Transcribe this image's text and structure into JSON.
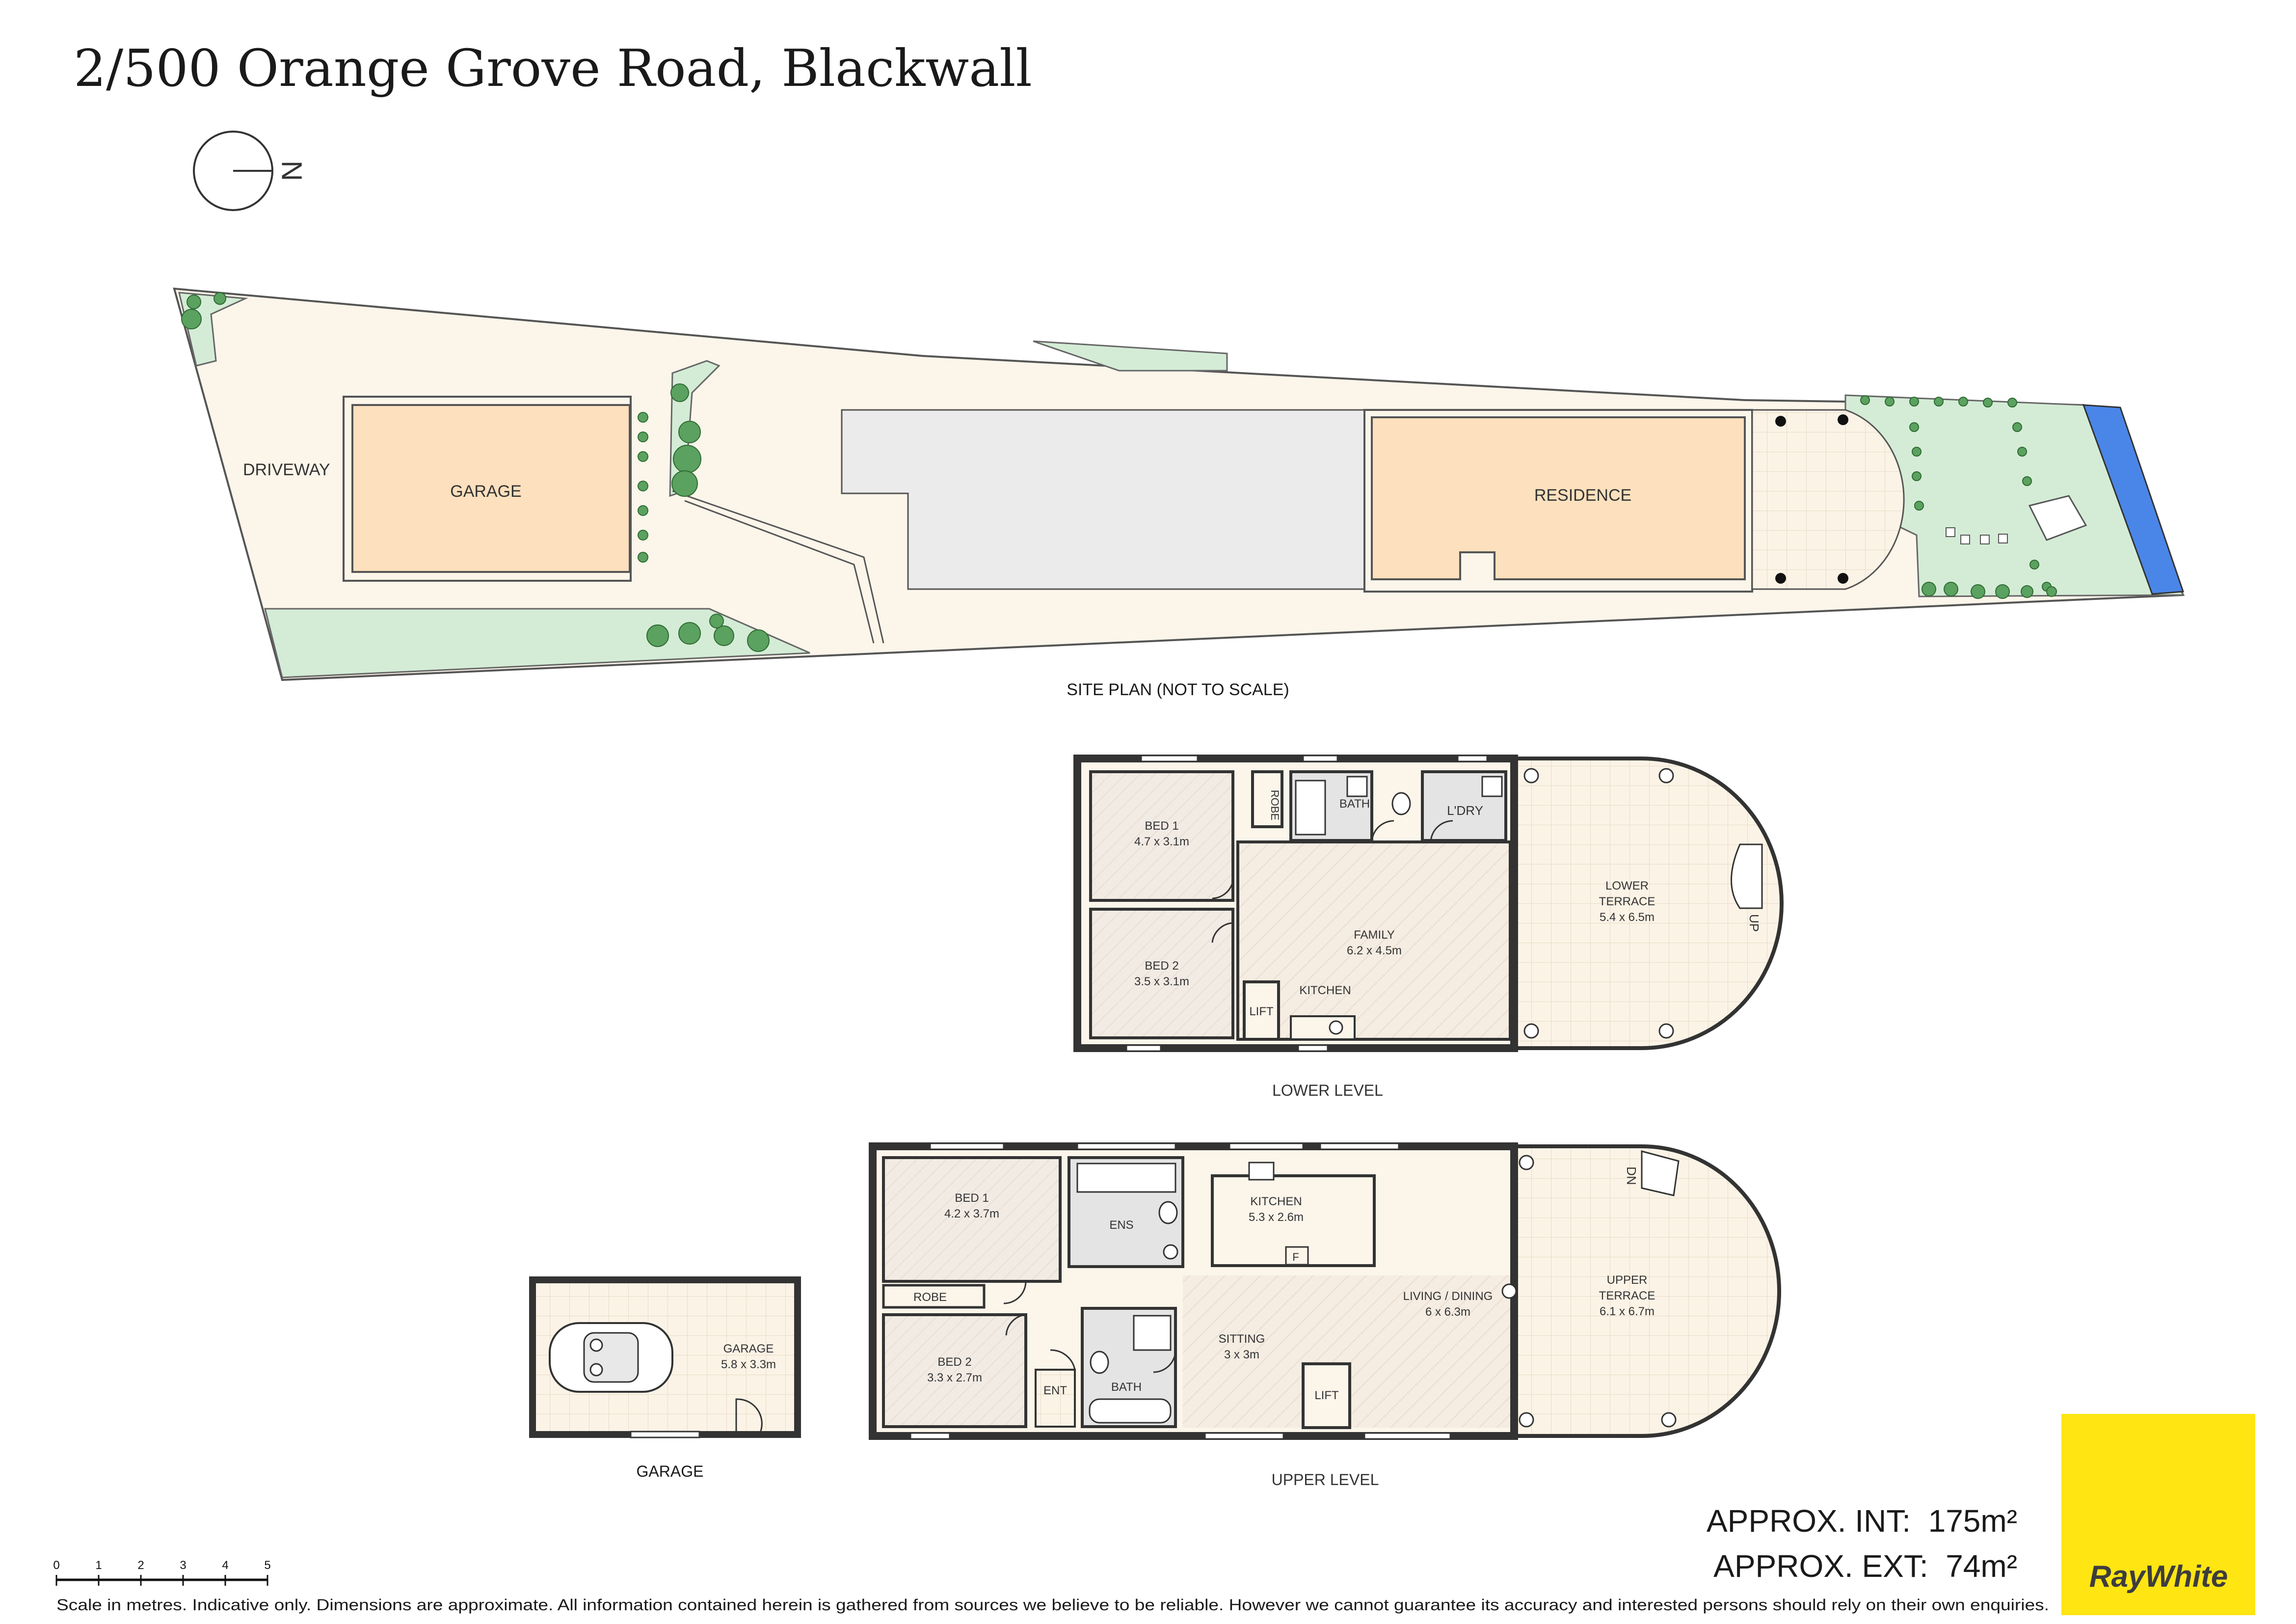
{
  "header": {
    "title": "2/500 Orange Grove Road, Blackwall",
    "north_label": "N"
  },
  "site_plan": {
    "driveway": "DRIVEWAY",
    "garage": "GARAGE",
    "residence": "RESIDENCE",
    "caption": "SITE PLAN (NOT TO SCALE)"
  },
  "lower_level": {
    "caption": "LOWER LEVEL",
    "bed1": {
      "name": "BED 1",
      "dims": "4.7 x 3.1m"
    },
    "robe": "ROBE",
    "bath": "BATH",
    "ldry": "L'DRY",
    "bed2": {
      "name": "BED 2",
      "dims": "3.5 x 3.1m"
    },
    "family": {
      "name": "FAMILY",
      "dims": "6.2 x 4.5m"
    },
    "kitchen": "KITCHEN",
    "lift": "LIFT",
    "terrace": {
      "name1": "LOWER",
      "name2": "TERRACE",
      "dims": "5.4 x 6.5m"
    },
    "stair": "UP"
  },
  "upper_level": {
    "caption": "UPPER LEVEL",
    "bed1": {
      "name": "BED 1",
      "dims": "4.2 x 3.7m"
    },
    "ens": "ENS",
    "kitchen": {
      "name": "KITCHEN",
      "dims": "5.3 x 2.6m"
    },
    "fridge": "F",
    "living": {
      "name": "LIVING / DINING",
      "dims": "6 x 6.3m"
    },
    "robe": "ROBE",
    "bed2": {
      "name": "BED 2",
      "dims": "3.3 x 2.7m"
    },
    "ent": "ENT",
    "bath": "BATH",
    "sitting": {
      "name": "SITTING",
      "dims": "3 x 3m"
    },
    "lift": "LIFT",
    "terrace": {
      "name1": "UPPER",
      "name2": "TERRACE",
      "dims": "6.1 x 6.7m"
    },
    "stair": "DN"
  },
  "garage_plan": {
    "caption": "GARAGE",
    "name": "GARAGE",
    "dims": "5.8 x 3.3m"
  },
  "areas": {
    "int": "APPROX. INT:  175m²",
    "ext": "APPROX. EXT:  74m²"
  },
  "scale": {
    "ticks": [
      "0",
      "1",
      "2",
      "3",
      "4",
      "5"
    ]
  },
  "disclaimer": "Scale in metres. Indicative only. Dimensions are approximate. All information contained herein is gathered from sources we believe to be reliable. However we cannot guarantee its accuracy and interested persons should rely on their own enquiries.",
  "logo": {
    "text": "RayWhite",
    "color": "#ffe512"
  },
  "colors": {
    "room_fill": "#fde0bd",
    "lawn": "#d4ecd6",
    "paving": "#fbf5ea",
    "terrace": "#fbf3e6",
    "pool": "#4a86e8",
    "wet": "#e4e4e4"
  }
}
